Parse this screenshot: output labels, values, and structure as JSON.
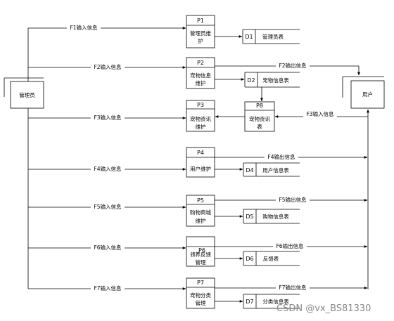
{
  "entities": {
    "admin": "管理员",
    "user": "用户"
  },
  "processes": [
    {
      "id": "P1",
      "line1": "管理员维",
      "line2": "护"
    },
    {
      "id": "P2",
      "line1": "宠物信息",
      "line2": "维护"
    },
    {
      "id": "P3",
      "line1": "宠物资讯",
      "line2": "维护"
    },
    {
      "id": "P4",
      "line1": "用户维护",
      "line2": ""
    },
    {
      "id": "P5",
      "line1": "购物商城",
      "line2": "维护"
    },
    {
      "id": "P6",
      "line1": "领养反馈",
      "line2": "管理"
    },
    {
      "id": "P7",
      "line1": "宠物分类",
      "line2": "管理"
    },
    {
      "id": "P8",
      "line1": "宠物资讯",
      "line2": "表"
    }
  ],
  "stores": [
    {
      "id": "D1",
      "name": "管理员表"
    },
    {
      "id": "D2",
      "name": "宠物信息表"
    },
    {
      "id": "D4",
      "name": "用户信息表"
    },
    {
      "id": "D5",
      "name": "购物信息表"
    },
    {
      "id": "D6",
      "name": "反馈表"
    },
    {
      "id": "D7",
      "name": "分类信息表"
    }
  ],
  "flows": {
    "f1_in": "F1输入信息",
    "f2_in": "F2输入信息",
    "f3_in": "F3输入信息",
    "f4_in": "F4输入信息",
    "f5_in": "F5输入信息",
    "f6_in": "F6输入信息",
    "f7_in": "F7输入信息",
    "f2_out": "F2输出信息",
    "f3_in_user": "F3输入信息",
    "f4_out": "F4输出信息",
    "f5_out": "F5输出信息",
    "f6_out": "F6输出信息",
    "f7_out": "F7输出信息"
  },
  "watermark": "CSDN @vx_BS81330"
}
